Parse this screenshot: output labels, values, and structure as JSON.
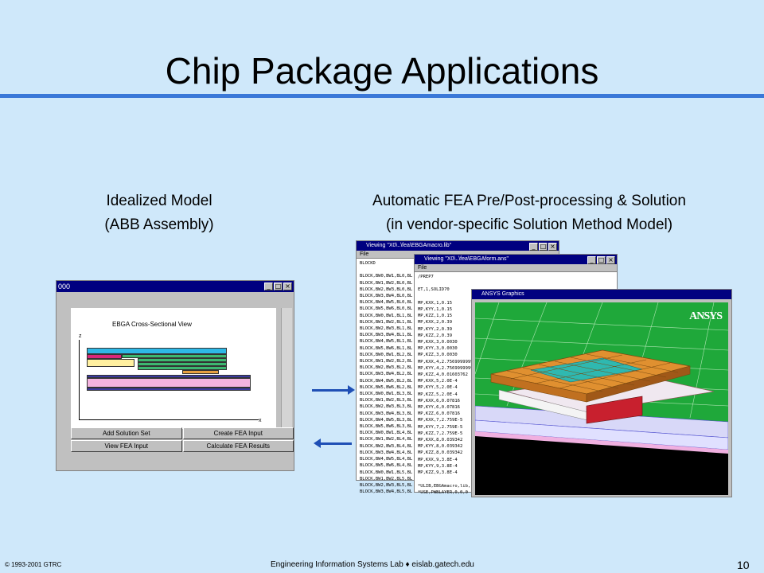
{
  "slide": {
    "title": "Chip Package Applications",
    "left_caption_1": "Idealized Model",
    "left_caption_2": "(ABB Assembly)",
    "right_caption_1": "Automatic FEA Pre/Post-processing & Solution",
    "right_caption_2": "(in vendor-specific Solution Method Model)",
    "footer_copyright": "© 1993-2001  GTRC",
    "footer_center": "Engineering Information Systems Lab ♦ eislab.gatech.edu",
    "page_number": "10"
  },
  "left_window": {
    "title": "000",
    "canvas_title": "EBGA Cross-Sectional View",
    "axis_z": "z",
    "axis_x": "x",
    "buttons": [
      "Add Solution Set",
      "Create FEA Input",
      "View FEA Input",
      "Calculate FEA Results"
    ]
  },
  "macro_window": {
    "title": "Viewing \"X0\\..\\fea\\EBGAmacro.lib\"",
    "menu": "File",
    "lines": "BLOCKD\n\nBLOCK,BW0,BW1,BL0,BL\nBLOCK,BW1,BW2,BL0,BL\nBLOCK,BW2,BW3,BL0,BL\nBLOCK,BW3,BW4,BL0,BL\nBLOCK,BW4,BW5,BL0,BL\nBLOCK,BW5,BW6,BL0,BL\nBLOCK,BW0,BW1,BL1,BL\nBLOCK,BW1,BW2,BL1,BL\nBLOCK,BW2,BW3,BL1,BL\nBLOCK,BW3,BW4,BL1,BL\nBLOCK,BW4,BW5,BL1,BL\nBLOCK,BW5,BW6,BL1,BL\nBLOCK,BW0,BW1,BL2,BL\nBLOCK,BW1,BW2,BL2,BL\nBLOCK,BW2,BW3,BL2,BL\nBLOCK,BW3,BW4,BL2,BL\nBLOCK,BW4,BW5,BL2,BL\nBLOCK,BW5,BW6,BL2,BL\nBLOCK,BW0,BW1,BL3,BL\nBLOCK,BW1,BW2,BL3,BL\nBLOCK,BW2,BW3,BL3,BL\nBLOCK,BW3,BW4,BL3,BL\nBLOCK,BW4,BW5,BL3,BL\nBLOCK,BW5,BW6,BL3,BL\nBLOCK,BW0,BW1,BL4,BL\nBLOCK,BW1,BW2,BL4,BL\nBLOCK,BW2,BW3,BL4,BL\nBLOCK,BW3,BW4,BL4,BL\nBLOCK,BW4,BW5,BL4,BL\nBLOCK,BW5,BW6,BL4,BL\nBLOCK,BW0,BW1,BL5,BL\nBLOCK,BW1,BW2,BL5,BL\nBLOCK,BW2,BW3,BL5,BL\nBLOCK,BW3,BW4,BL5,BL"
  },
  "form_window": {
    "title": "Viewing \"X0\\..\\fea\\EBGAform.ans\"",
    "menu": "File",
    "lines": "/PREP7\n\nET,1,SOLID70\n\nMP,KXX,1,0.15\nMP,KYY,1,0.15\nMP,KZZ,1,0.15\nMP,KXX,2,0.39\nMP,KYY,2,0.39\nMP,KZZ,2,0.39\nMP,KXX,3,0.0030\nMP,KYY,3,0.0030\nMP,KZZ,3,0.0030\nMP,KXX,4,2.7569999999\nMP,KYY,4,2.7569999999\nMP,KZZ,4,0.01603762\nMP,KXX,5,2.0E-4\nMP,KYY,5,2.0E-4\nMP,KZZ,5,2.0E-4\nMP,KXX,6,0.07816\nMP,KYY,6,0.07816\nMP,KZZ,6,0.07816\nMP,KXX,7,2.759E-5\nMP,KYY,7,2.759E-5\nMP,KZZ,7,2.759E-5\nMP,KXX,8,0.039342\nMP,KYY,8,0.039342\nMP,KZZ,8,0.039342\nMP,KXX,9,3.8E-4\nMP,KYY,9,3.8E-4\nMP,KZZ,9,3.8E-4\n\n*ULIB,EBGAmacro,lib,\n*USE,PWBLAYER,0,0,0"
  },
  "ansys_window": {
    "title": "ANSYS Graphics",
    "logo": "ANSYS"
  }
}
